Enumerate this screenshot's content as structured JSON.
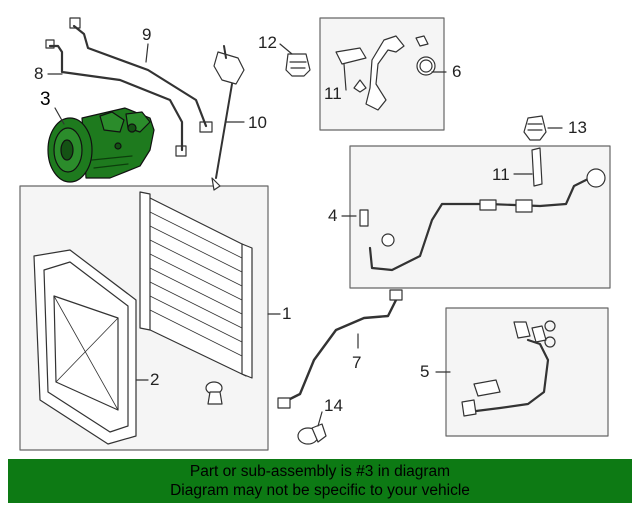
{
  "callouts": {
    "c1": "1",
    "c2": "2",
    "c3": "3",
    "c4": "4",
    "c5": "5",
    "c6": "6",
    "c7": "7",
    "c8": "8",
    "c9": "9",
    "c10": "10",
    "c11a": "11",
    "c11b": "11",
    "c12": "12",
    "c13": "13",
    "c14": "14"
  },
  "highlight": {
    "part": "3",
    "color": "#1e7a1e"
  },
  "banner": {
    "line1": "Part or sub-assembly is #3 in diagram",
    "line2": "Diagram may not be specific to your vehicle",
    "color": "#0d7a14"
  }
}
